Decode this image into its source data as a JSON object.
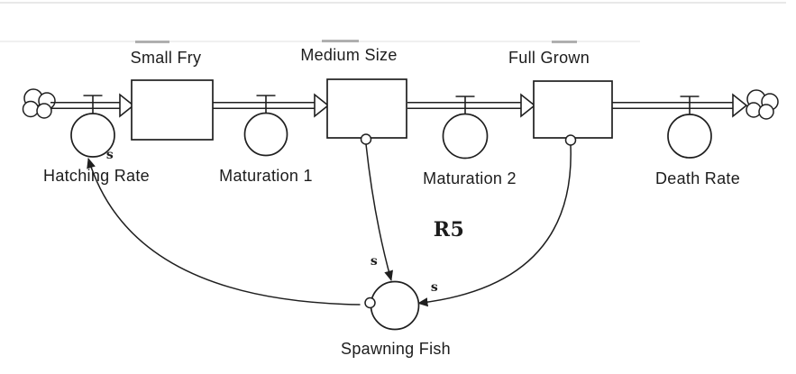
{
  "figure": {
    "kind": "stock-and-flow-diagram",
    "stocks": [
      {
        "label": "Small Fry"
      },
      {
        "label": "Medium Size"
      },
      {
        "label": "Full Grown"
      }
    ],
    "flows": [
      {
        "label": "Hatching Rate"
      },
      {
        "label": "Maturation 1"
      },
      {
        "label": "Maturation 2"
      },
      {
        "label": "Death Rate"
      }
    ],
    "converter": {
      "label": "Spawning Fish"
    },
    "loop_label": "R5",
    "polarity_marks": [
      "s",
      "s",
      "s"
    ],
    "colors": {
      "ink": "#1f1f1f",
      "background": "#ffffff"
    }
  }
}
